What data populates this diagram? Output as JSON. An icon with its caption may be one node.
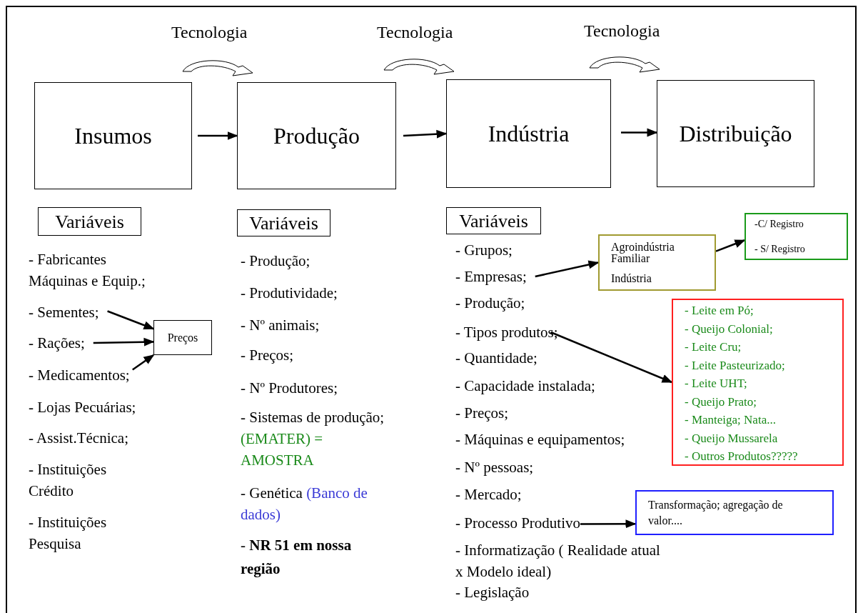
{
  "diagram": {
    "nodes": [
      {
        "text": [
          "Insumos"
        ]
      },
      {
        "text": [
          "Produção"
        ]
      },
      {
        "text": [
          "Indústria"
        ]
      },
      {
        "text": [
          "Distribuição"
        ]
      },
      {
        "text": [
          "Variáveis"
        ]
      },
      {
        "text": [
          "Variáveis"
        ]
      },
      {
        "text": [
          "Variáveis"
        ]
      },
      {
        "text": [
          "- Sementes;"
        ]
      },
      {
        "text": [
          "- Rações;"
        ]
      },
      {
        "text": [
          "- Medicamentos;"
        ]
      },
      {
        "text": [
          "Preços"
        ]
      },
      {
        "text": [
          "- Empresas;"
        ]
      },
      {
        "text": [
          "Agroindústria Familiar",
          "Indústria"
        ]
      },
      {
        "text": [
          "-C/ Registro",
          "- S/ Registro"
        ]
      },
      {
        "text": [
          "- Tipos produtos;"
        ]
      },
      {
        "text": [
          "- Leite em Pó;",
          "- Queijo Colonial;",
          "- Leite Cru;",
          "- Leite Pasteurizado;",
          "- Leite UHT;",
          "- Queijo Prato;",
          "- Manteiga; Nata...",
          "- Queijo Mussarela",
          "- Outros Produtos?????"
        ]
      },
      {
        "text": [
          "- Processo Produtivo"
        ]
      },
      {
        "text": [
          "Transformação; agregação de valor...."
        ]
      }
    ],
    "edges": [
      {
        "from": 0,
        "to": 1,
        "arrow": "to"
      },
      {
        "from": 1,
        "to": 2,
        "arrow": "to"
      },
      {
        "from": 2,
        "to": 3,
        "arrow": "to"
      },
      {
        "from": 7,
        "to": 10,
        "arrow": "to"
      },
      {
        "from": 8,
        "to": 10,
        "arrow": "to"
      },
      {
        "from": 9,
        "to": 10,
        "arrow": "to"
      },
      {
        "from": 11,
        "to": 12,
        "arrow": "to"
      },
      {
        "from": 12,
        "to": 13,
        "arrow": "to"
      },
      {
        "from": 14,
        "to": 15,
        "arrow": "to"
      },
      {
        "from": 16,
        "to": 17,
        "arrow": "to"
      }
    ],
    "labels": [
      "Tecnologia",
      "Tecnologia",
      "Tecnologia",
      "- Fabricantes Máquinas e Equip.;",
      "- Lojas Pecuárias;",
      "- Assist.Técnica;",
      "- Instituições Crédito",
      "- Instituições Pesquisa",
      "- Produção;",
      "- Produtividade;",
      "- Nº animais;",
      "- Preços;",
      "- Nº Produtores;",
      "- Sistemas de produção;",
      "(EMATER) = AMOSTRA",
      "- Genética",
      "(Banco de dados)",
      "- **NR 51 em nossa região**",
      "- Grupos;",
      "- Produção;",
      "- Quantidade;",
      "- Capacidade instalada;",
      "- Preços;",
      "- Máquinas e equipamentos;",
      "- Nº pessoas;",
      "- Mercado;",
      "- Informatização ( Realidade atual x Modelo ideal)",
      "- Legislação"
    ]
  }
}
